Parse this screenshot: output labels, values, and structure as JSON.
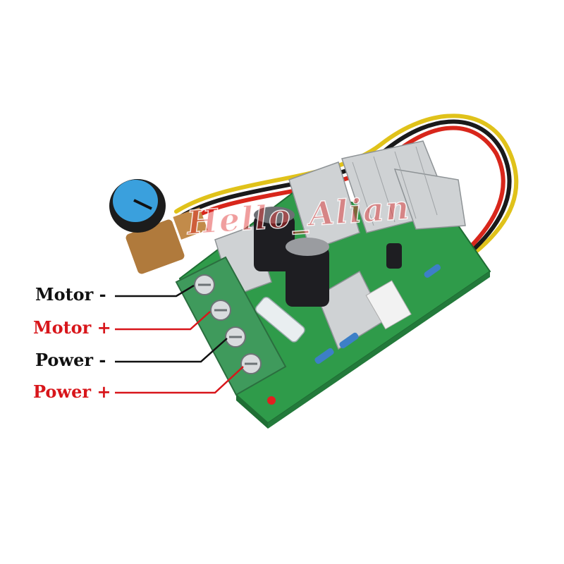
{
  "watermark": "Hello_Alian",
  "labels": {
    "motor_minus": "Motor -",
    "motor_plus": "Motor +",
    "power_minus": "Power -",
    "power_plus": "Power +"
  },
  "colors": {
    "negative_label": "#111111",
    "positive_label": "#d8161b",
    "negative_line": "#111111",
    "positive_line": "#d8161b",
    "pcb": "#2f9b4a",
    "terminal_block": "#3f9a5c",
    "knob": "#3aa0dd",
    "heatsink": "#c9ccce"
  },
  "icons": [
    "potentiometer-knob-icon",
    "screw-terminal-icon",
    "heatsink-icon",
    "capacitor-icon",
    "fuse-icon",
    "led-icon"
  ]
}
